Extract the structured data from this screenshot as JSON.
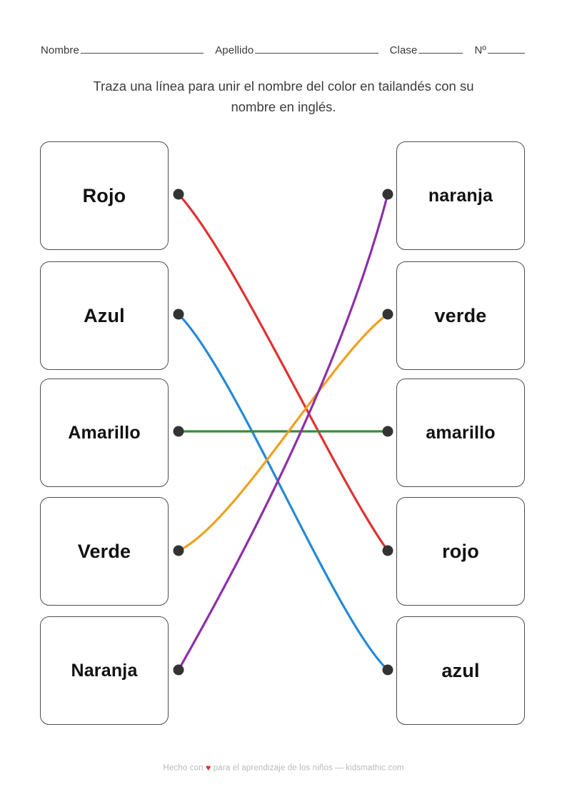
{
  "header": {
    "name_label": "Nombre",
    "surname_label": "Apellido",
    "class_label": "Clase",
    "number_label": "Nº"
  },
  "instructions": {
    "text": "Traza una línea para unir el nombre del color en tailandés con su nombre en inglés."
  },
  "left_column": {
    "items": [
      {
        "label": "Rojo"
      },
      {
        "label": "Azul"
      },
      {
        "label": "Amarillo"
      },
      {
        "label": "Verde"
      },
      {
        "label": "Naranja"
      }
    ]
  },
  "right_column": {
    "items": [
      {
        "label": "naranja"
      },
      {
        "label": "verde"
      },
      {
        "label": "amarillo"
      },
      {
        "label": "rojo"
      },
      {
        "label": "azul"
      }
    ]
  },
  "connections": [
    {
      "from": "Rojo",
      "to": "rojo",
      "color": "#e03131"
    },
    {
      "from": "Azul",
      "to": "azul",
      "color": "#2488d8"
    },
    {
      "from": "Amarillo",
      "to": "amarillo",
      "color": "#3a8a3a"
    },
    {
      "from": "Verde",
      "to": "verde",
      "color": "#f0a01e"
    },
    {
      "from": "Naranja",
      "to": "naranja",
      "color": "#8e2fa8"
    }
  ],
  "dot_color": "#333333",
  "footer": {
    "prefix": "Hecho con",
    "heart": "♥",
    "suffix": "para el aprendizaje de los niños — kidsmathic.com"
  }
}
